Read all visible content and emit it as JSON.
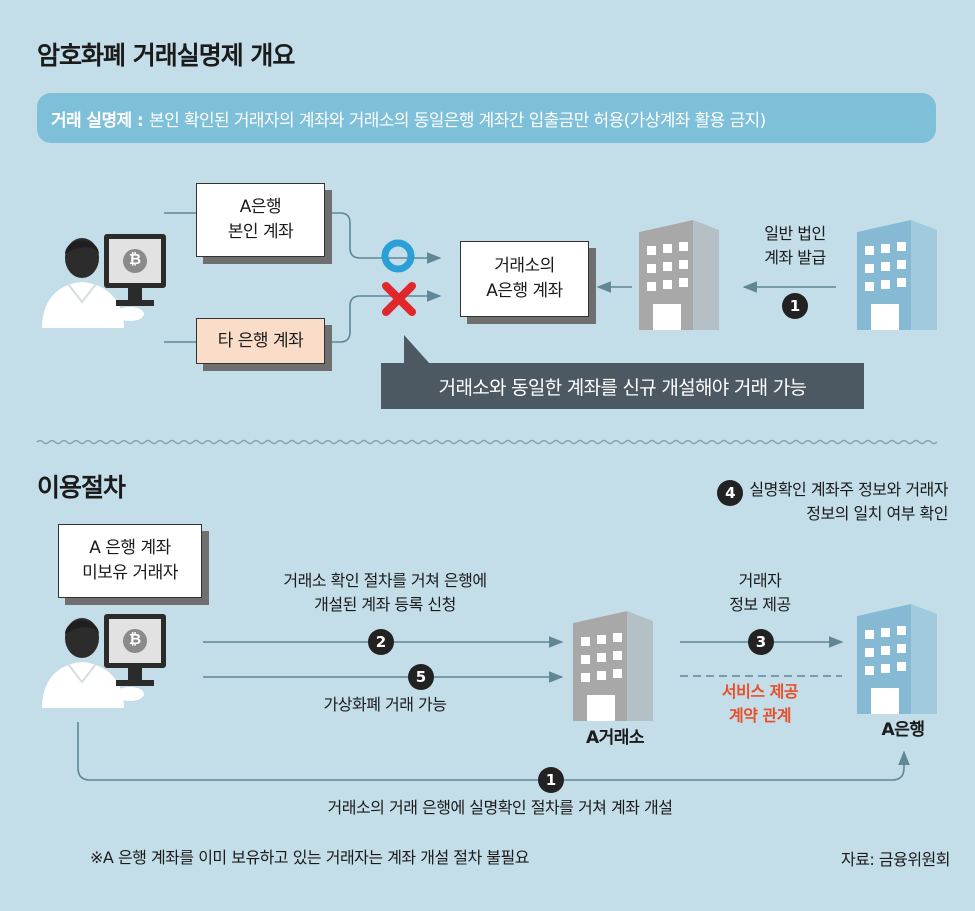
{
  "title": "암호화폐 거래실명제 개요",
  "banner": {
    "term": "거래 실명제 :",
    "text": "본인 확인된 거래자의 계좌와 거래소의 동일은행 계좌간 입출금만 허용(가상계좌 활용 금지)"
  },
  "overview": {
    "own_account": "A은행\n본인 계좌",
    "other_account": "타 은행 계좌",
    "exchange_account": "거래소의\nA은행 계좌",
    "issue_label": "일반 법인\n계좌 발급",
    "issue_step": "1",
    "callout": "거래소와 동일한 계좌를 신규 개설해야 거래 가능",
    "bitcoin_symbol": "₿"
  },
  "procedure": {
    "title": "이용절차",
    "user_box": "A 은행 계좌\n미보유 거래자",
    "step2_label": "거래소 확인 절차를 거쳐 은행에\n개설된 계좌 등록 신청",
    "step2_num": "2",
    "step5_label": "가상화폐 거래 가능",
    "step5_num": "5",
    "step3_label": "거래자\n정보 제공",
    "step3_num": "3",
    "step4_num": "4",
    "step4_label": "실명확인 계좌주 정보와 거래자\n정보의 일치 여부 확인",
    "service_label": "서비스 제공\n계약 관계",
    "exchange_name": "A거래소",
    "bank_name": "A은행",
    "step1_num": "1",
    "step1_label": "거래소의 거래 은행에 실명확인 절차를 거쳐 계좌 개설",
    "bitcoin_symbol": "₿"
  },
  "footnote": "※A 은행 계좌를 이미 보유하고 있는 거래자는 계좌 개설 절차 불필요",
  "source": "자료: 금융위원회",
  "colors": {
    "background": "#c3dde9",
    "banner": "#7ebfd9",
    "callout": "#4d5962",
    "ok_circle": "#2a9fd8",
    "x_mark": "#e0282c",
    "service_text": "#e8502a",
    "connector": "#5f8796",
    "exchange_building": "#a8a8a8",
    "bank_building": "#86b9d3"
  }
}
